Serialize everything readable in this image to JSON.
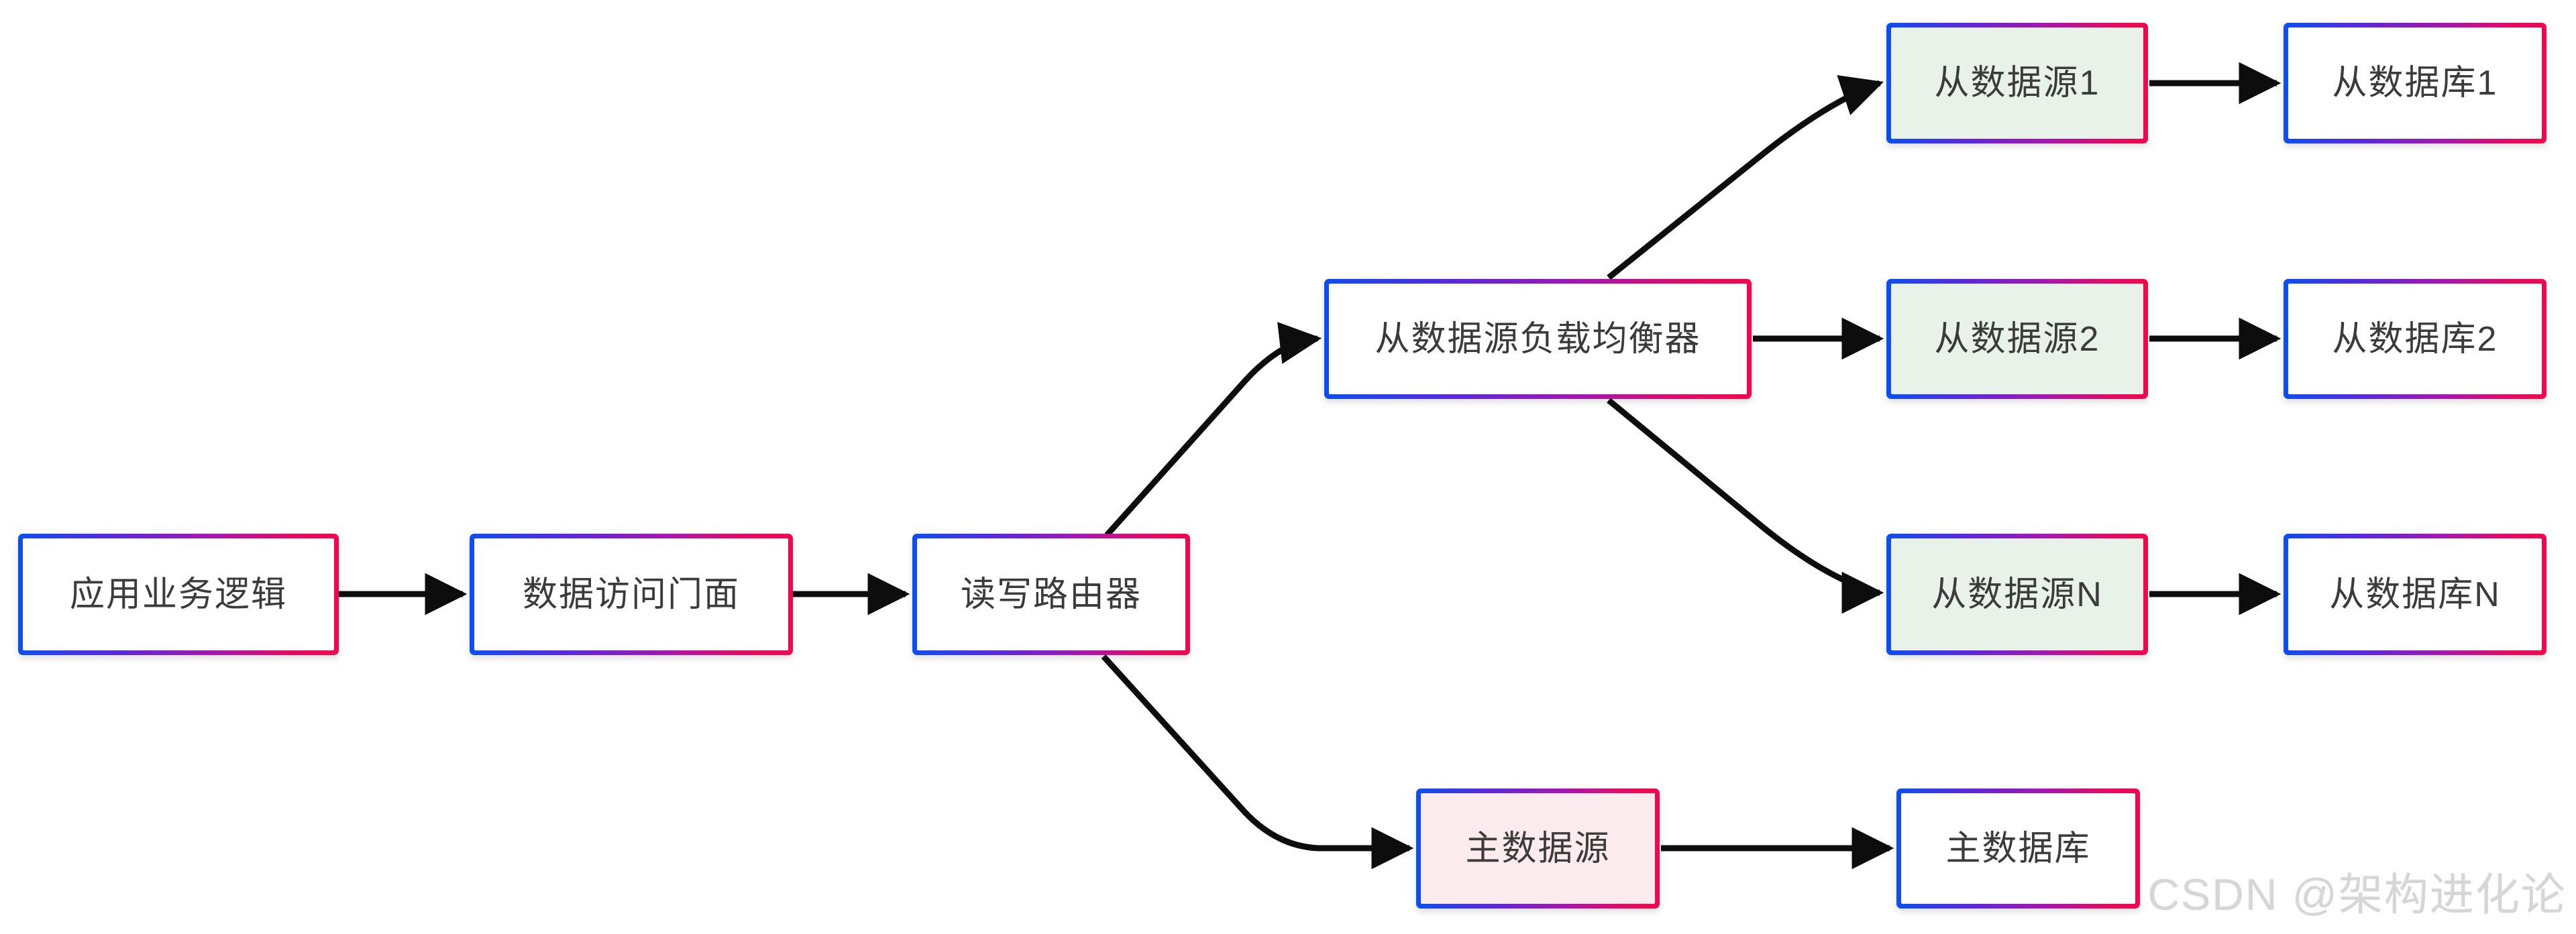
{
  "diagram": {
    "background_color": "#ffffff",
    "border_gradient_start": "#0b4ff1",
    "border_gradient_end": "#f2074b",
    "edge_color": "#0d0d0d",
    "text_color": "#3b3b3b",
    "nodes": [
      {
        "id": "app",
        "label": "应用业务逻辑",
        "fill": "#ffffff"
      },
      {
        "id": "facade",
        "label": "数据访问门面",
        "fill": "#ffffff"
      },
      {
        "id": "router",
        "label": "读写路由器",
        "fill": "#ffffff"
      },
      {
        "id": "lb",
        "label": "从数据源负载均衡器",
        "fill": "#ffffff"
      },
      {
        "id": "slave1",
        "label": "从数据源1",
        "fill": "#e9f2e9"
      },
      {
        "id": "slavedb1",
        "label": "从数据库1",
        "fill": "#ffffff"
      },
      {
        "id": "slave2",
        "label": "从数据源2",
        "fill": "#e9f2e9"
      },
      {
        "id": "slavedb2",
        "label": "从数据库2",
        "fill": "#ffffff"
      },
      {
        "id": "slaveN",
        "label": "从数据源N",
        "fill": "#e9f2e9"
      },
      {
        "id": "slavedbN",
        "label": "从数据库N",
        "fill": "#ffffff"
      },
      {
        "id": "master",
        "label": "主数据源",
        "fill": "#fcebee"
      },
      {
        "id": "masterdb",
        "label": "主数据库",
        "fill": "#ffffff"
      }
    ],
    "edges": [
      {
        "from": "应用业务逻辑",
        "to": "数据访问门面"
      },
      {
        "from": "数据访问门面",
        "to": "读写路由器"
      },
      {
        "from": "读写路由器",
        "to": "从数据源负载均衡器"
      },
      {
        "from": "读写路由器",
        "to": "主数据源"
      },
      {
        "from": "从数据源负载均衡器",
        "to": "从数据源1"
      },
      {
        "from": "从数据源负载均衡器",
        "to": "从数据源2"
      },
      {
        "from": "从数据源负载均衡器",
        "to": "从数据源N"
      },
      {
        "from": "从数据源1",
        "to": "从数据库1"
      },
      {
        "from": "从数据源2",
        "to": "从数据库2"
      },
      {
        "from": "从数据源N",
        "to": "从数据库N"
      },
      {
        "from": "主数据源",
        "to": "主数据库"
      }
    ],
    "watermark": {
      "text": "CSDN @架构进化论",
      "color": "#d6d6d6"
    }
  }
}
